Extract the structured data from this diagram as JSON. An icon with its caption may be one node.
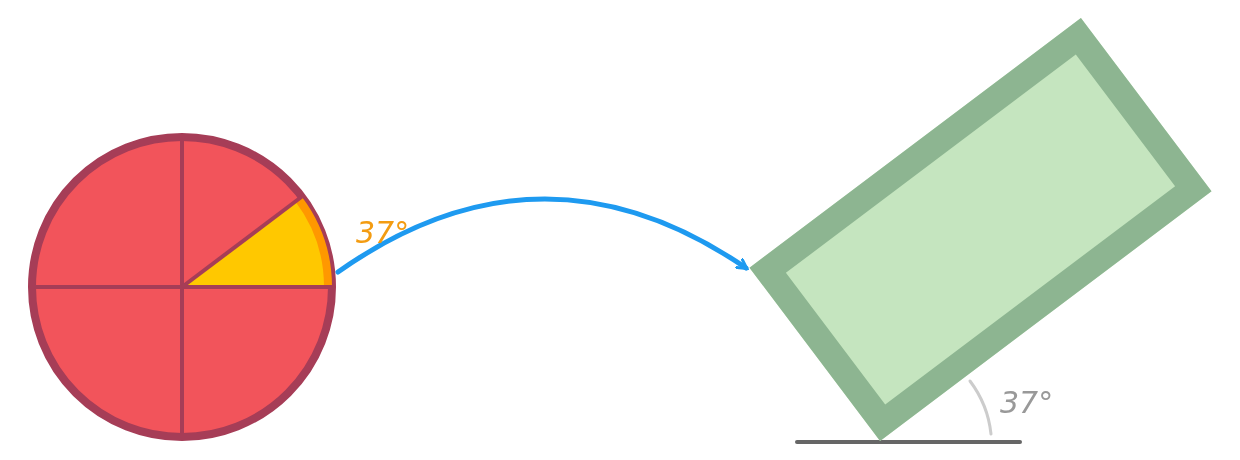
{
  "diagram": {
    "nodes": [
      {
        "text": [],
        "shape": "circle"
      },
      {
        "text": [],
        "shape": "box"
      }
    ],
    "edges": [
      {
        "from": 0,
        "to": 1,
        "arrow": "to",
        "color": "#1e9af0"
      }
    ],
    "labels": [
      "37°",
      "37°"
    ]
  }
}
